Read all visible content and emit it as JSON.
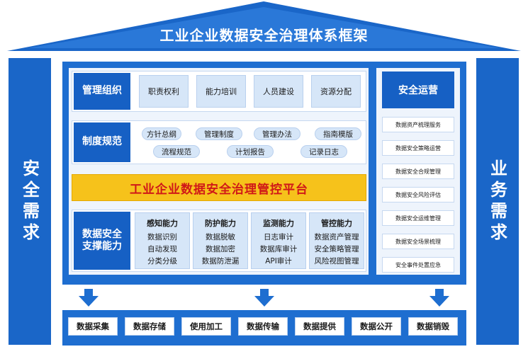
{
  "title": "工业企业数据安全治理体系框架",
  "left_pillar": "安全需求",
  "right_pillar": "业务需求",
  "management": {
    "label": "管理组织",
    "items": [
      "职责权利",
      "能力培训",
      "人员建设",
      "资源分配"
    ]
  },
  "policy": {
    "label": "制度规范",
    "row1": [
      "方针总纲",
      "管理制度",
      "管理办法",
      "指南模版"
    ],
    "row2": [
      "流程规范",
      "计划报告",
      "记录日志"
    ]
  },
  "platform": "工业企业数据安全治理管控平台",
  "capability": {
    "label": "数据安全支撑能力",
    "columns": [
      {
        "title": "感知能力",
        "items": [
          "数据识别",
          "自动发现",
          "分类分级"
        ]
      },
      {
        "title": "防护能力",
        "items": [
          "数据脱敏",
          "数据加密",
          "数据防泄漏"
        ]
      },
      {
        "title": "监测能力",
        "items": [
          "日志审计",
          "数据库审计",
          "API审计"
        ]
      },
      {
        "title": "管控能力",
        "items": [
          "数据资产管理",
          "安全策略管理",
          "风险视图管理"
        ]
      }
    ]
  },
  "operations": {
    "label": "安全运营",
    "items": [
      "数据资产梳理服务",
      "数据安全策略运营",
      "数据安全合规管理",
      "数据安全风险评估",
      "数据安全运维管理",
      "数据安全场景梳理",
      "安全事件处置应急"
    ]
  },
  "lifecycle": [
    "数据采集",
    "数据存储",
    "使用加工",
    "数据传输",
    "数据提供",
    "数据公开",
    "数据销毁"
  ],
  "colors": {
    "primary": "#1660c4",
    "frame": "#1e6ed0",
    "platform_bg": "#f6c21b",
    "platform_text": "#d01818"
  }
}
